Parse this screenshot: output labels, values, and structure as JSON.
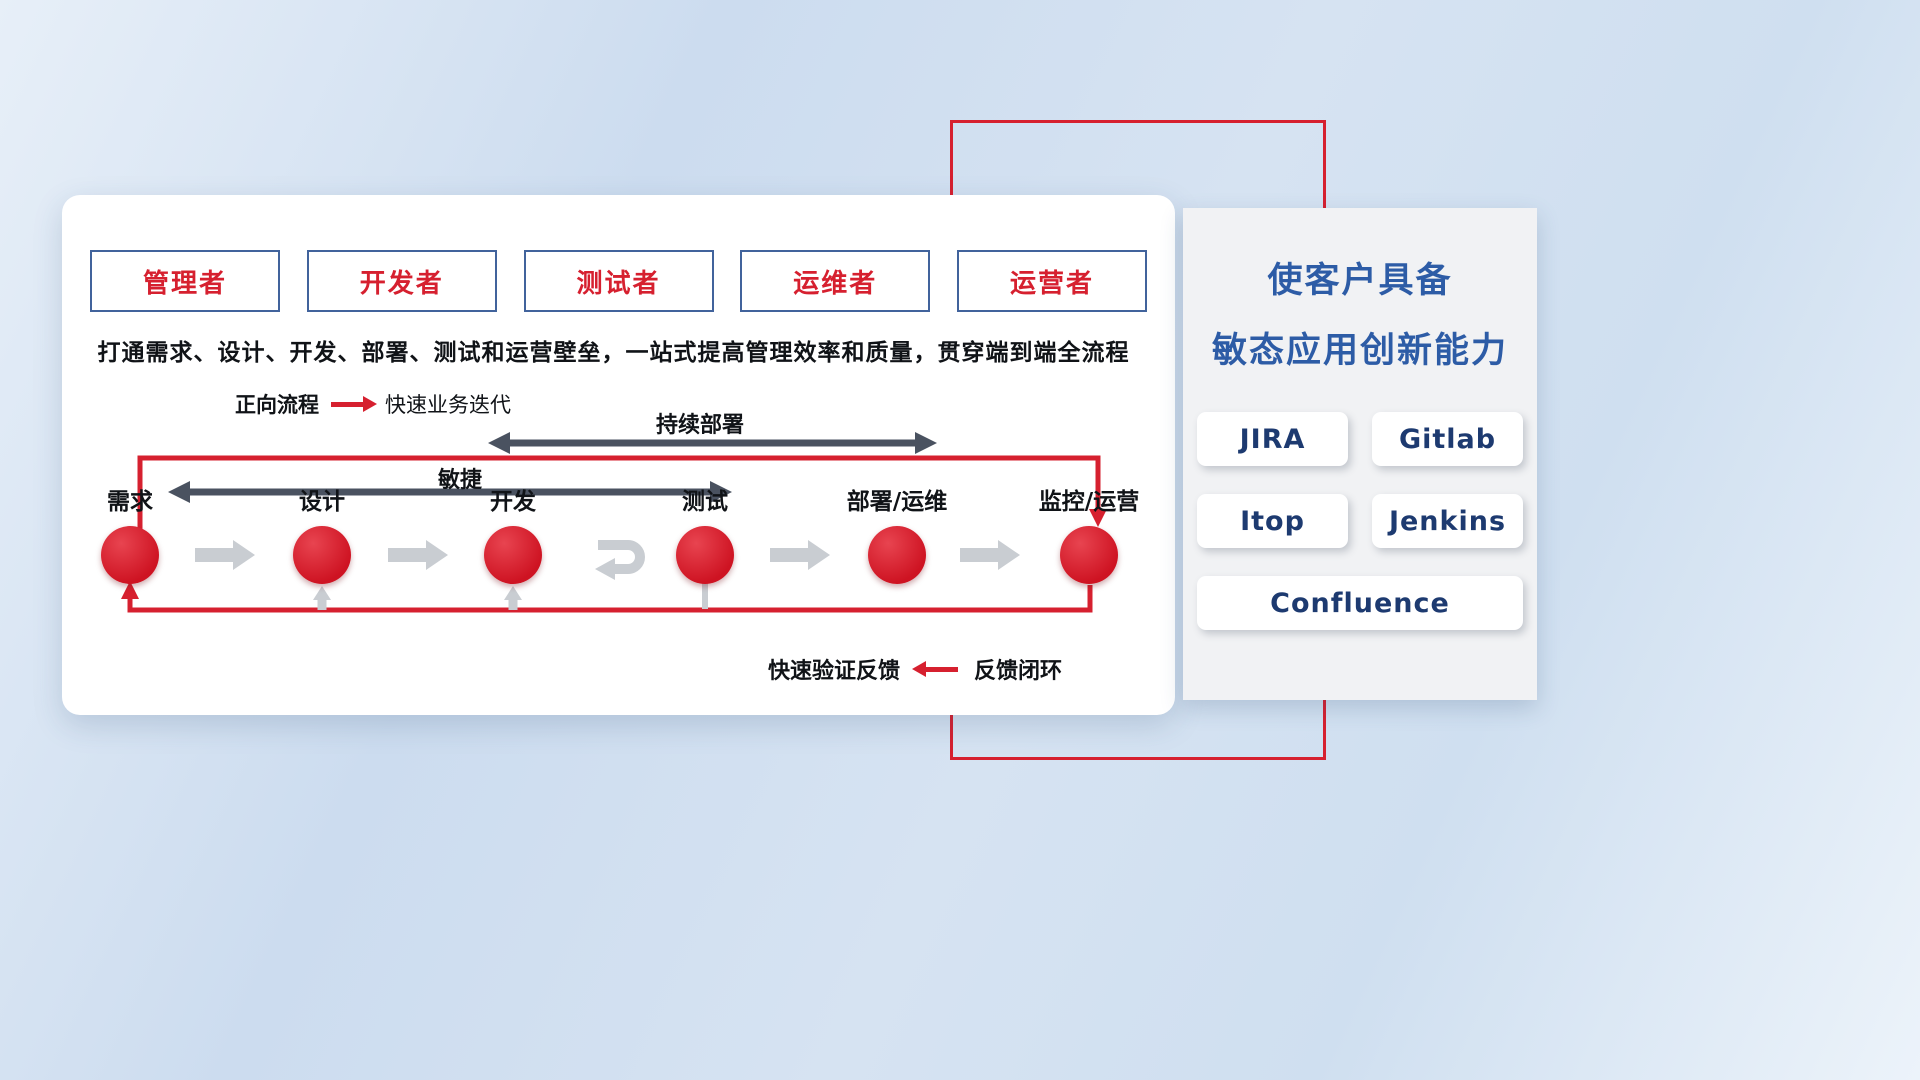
{
  "roles": [
    {
      "label": "管理者"
    },
    {
      "label": "开发者"
    },
    {
      "label": "测试者"
    },
    {
      "label": "运维者"
    },
    {
      "label": "运营者"
    }
  ],
  "description": "打通需求、设计、开发、部署、测试和运营壁垒，一站式提高管理效率和质量，贯穿端到端全流程",
  "legend_forward": {
    "label": "正向流程",
    "value": "快速业务迭代"
  },
  "flow_arrows": {
    "continuous_deploy": "持续部署",
    "agile": "敏捷"
  },
  "stages": [
    {
      "label": "需求"
    },
    {
      "label": "设计"
    },
    {
      "label": "开发"
    },
    {
      "label": "测试"
    },
    {
      "label": "部署/运维"
    },
    {
      "label": "监控/运营"
    }
  ],
  "legend_feedback": {
    "label": "快速验证反馈",
    "value": "反馈闭环"
  },
  "right_panel": {
    "title_line1": "使客户具备",
    "title_line2": "敏态应用创新能力",
    "tools": [
      {
        "name": "JIRA"
      },
      {
        "name": "Gitlab"
      },
      {
        "name": "Itop"
      },
      {
        "name": "Jenkins"
      },
      {
        "name": "Confluence"
      }
    ]
  },
  "colors": {
    "accent_red": "#d6202f",
    "title_blue": "#2d5ca6",
    "tool_navy": "#1d3a70",
    "dark_arrow": "#4a5260",
    "gray_arrow": "#c9cdd2",
    "role_border_blue": "#41639c"
  }
}
